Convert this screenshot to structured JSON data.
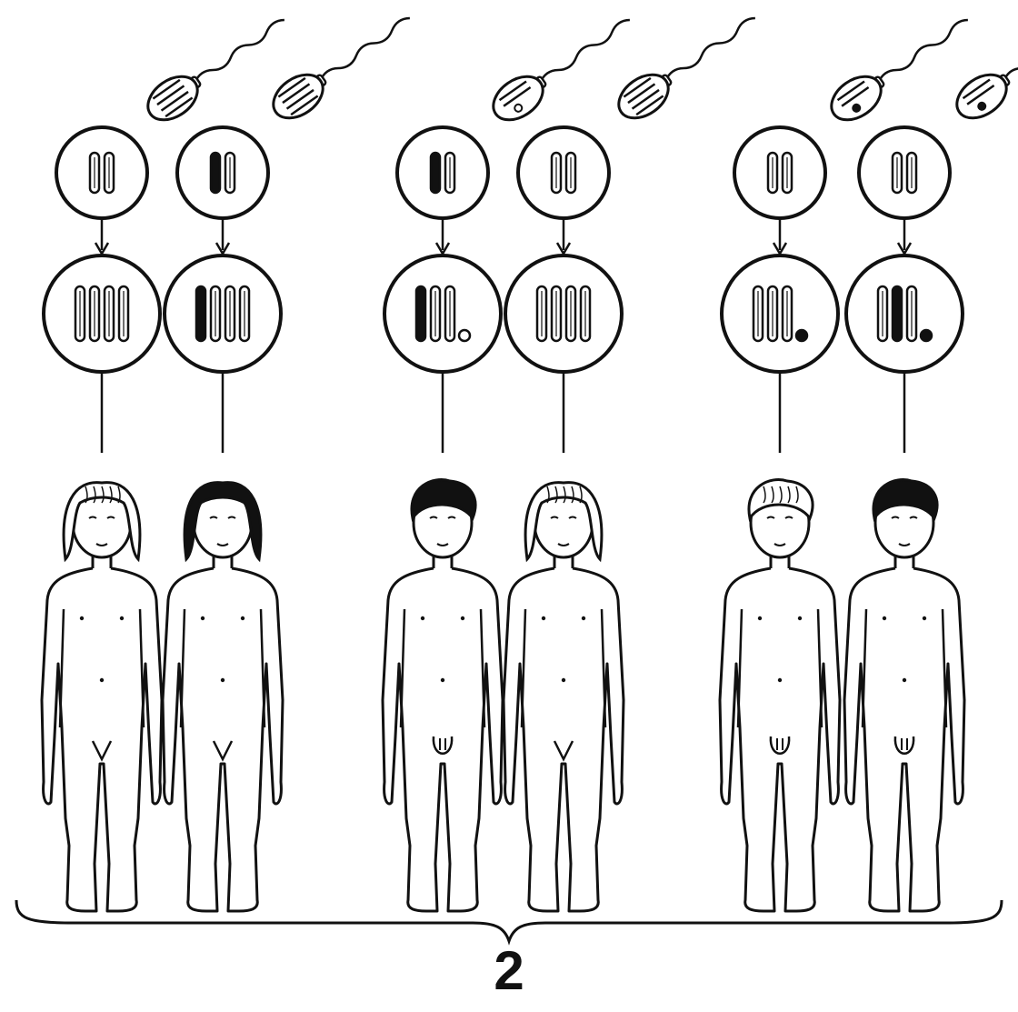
{
  "figure": {
    "caption_number": "2",
    "colors": {
      "ink": "#111111",
      "paper": "#ffffff"
    },
    "sections": [
      {
        "sperm": [
          "x-sperm",
          "x-sperm"
        ],
        "children": [
          {
            "sex": "female",
            "hair": "light",
            "zygote": [
              "chromosome-light",
              "chromosome-light"
            ],
            "karyotype": [
              "chromosome-light",
              "chromosome-light",
              "chromosome-light",
              "chromosome-light"
            ]
          },
          {
            "sex": "female",
            "hair": "dark",
            "zygote": [
              "chromosome-dark",
              "chromosome-light"
            ],
            "karyotype": [
              "chromosome-dark",
              "chromosome-light",
              "chromosome-light",
              "chromosome-light"
            ]
          }
        ]
      },
      {
        "sperm": [
          "y-sperm",
          "x-sperm"
        ],
        "children": [
          {
            "sex": "male",
            "hair": "dark",
            "zygote": [
              "chromosome-dark",
              "chromosome-light"
            ],
            "karyotype": [
              "chromosome-dark",
              "chromosome-light",
              "chromosome-light",
              "y-chromosome-light"
            ]
          },
          {
            "sex": "female",
            "hair": "light",
            "zygote": [
              "chromosome-light",
              "chromosome-light"
            ],
            "karyotype": [
              "chromosome-light",
              "chromosome-light",
              "chromosome-light",
              "chromosome-light"
            ]
          }
        ]
      },
      {
        "sperm": [
          "y-sperm-dark",
          "y-sperm-dark"
        ],
        "children": [
          {
            "sex": "male",
            "hair": "light",
            "zygote": [
              "chromosome-light",
              "chromosome-light"
            ],
            "karyotype": [
              "chromosome-light",
              "chromosome-light",
              "chromosome-light",
              "y-chromosome-dark"
            ]
          },
          {
            "sex": "male",
            "hair": "dark",
            "zygote": [
              "chromosome-light",
              "chromosome-light"
            ],
            "karyotype": [
              "chromosome-light",
              "chromosome-dark",
              "chromosome-light",
              "y-chromosome-dark"
            ]
          }
        ]
      }
    ]
  }
}
